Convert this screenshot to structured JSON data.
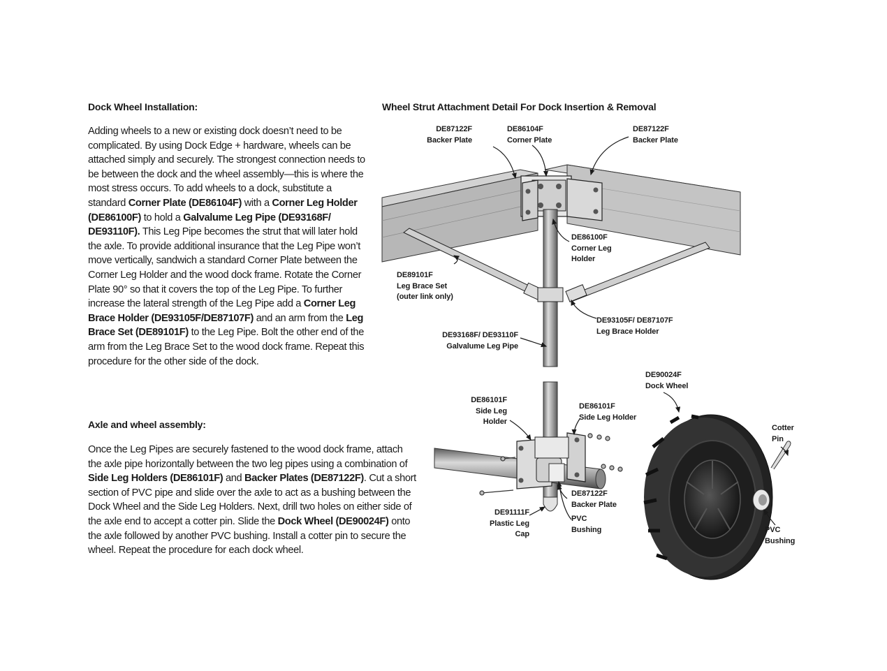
{
  "section1": {
    "heading": "Dock Wheel Installation:",
    "paragraph": [
      {
        "t": "Adding wheels to a new or existing dock doesn’t need to be complicated. By using Dock Edge + hardware, wheels can be attached simply and securely. The strongest connection needs to be between the dock and the wheel assembly—this is where the most stress occurs. To add wheels to a dock, substitute a standard "
      },
      {
        "t": "Corner Plate (DE86104F)",
        "b": true
      },
      {
        "t": " with a "
      },
      {
        "t": "Corner Leg Holder (DE86100F)",
        "b": true
      },
      {
        "t": " to hold a "
      },
      {
        "t": "Galvalume Leg Pipe (DE93168F/ DE93110F).",
        "b": true
      },
      {
        "t": " This Leg Pipe becomes the strut that will later hold the axle. To provide additional insurance that the Leg Pipe won’t move vertically, sandwich a standard Corner Plate between the Corner Leg Holder and the wood dock frame. Rotate the Corner Plate 90° so that it covers the top of the Leg Pipe. To further increase the lateral strength of the Leg Pipe add a "
      },
      {
        "t": "Corner Leg Brace Holder (DE93105F/DE87107F)",
        "b": true
      },
      {
        "t": " and an arm from the "
      },
      {
        "t": "Leg Brace Set (DE89101F)",
        "b": true
      },
      {
        "t": " to the Leg Pipe. Bolt the other end of the arm from the Leg Brace Set to the wood dock frame. Repeat this procedure for the other side of the dock."
      }
    ]
  },
  "section2": {
    "heading": "Axle and wheel assembly:",
    "paragraph": [
      {
        "t": "Once the Leg Pipes are securely fastened to the wood dock frame, attach the axle pipe horizontally between the two leg pipes using a combination of "
      },
      {
        "t": "Side Leg Holders (DE86101F)",
        "b": true
      },
      {
        "t": " and "
      },
      {
        "t": "Backer Plates (DE87122F)",
        "b": true
      },
      {
        "t": ". Cut a short section of PVC pipe and slide over the axle to act as a bushing between the Dock Wheel and the Side Leg Holders. Next, drill two holes on either side of the axle end to accept a cotter pin. Slide the "
      },
      {
        "t": "Dock Wheel (DE90024F)",
        "b": true
      },
      {
        "t": " onto the axle followed by another PVC bushing. Install a cotter pin to secure the wheel. Repeat the procedure for each dock wheel."
      }
    ]
  },
  "diagram": {
    "title": "Wheel Strut Attachment Detail For Dock Insertion & Removal",
    "labels": {
      "backer_left": {
        "code": "DE87122F",
        "name": "Backer Plate"
      },
      "corner_plate": {
        "code": "DE86104F",
        "name": "Corner Plate"
      },
      "backer_right": {
        "code": "DE87122F",
        "name": "Backer Plate"
      },
      "corner_leg": {
        "code": "DE86100F",
        "line2": "Corner Leg",
        "line3": "Holder"
      },
      "brace_set": {
        "code": "DE89101F",
        "line2": "Leg Brace Set",
        "line3": "(outer link only)"
      },
      "brace_holder": {
        "code": "DE93105F/ DE87107F",
        "name": "Leg Brace Holder"
      },
      "leg_pipe": {
        "code": "DE93168F/ DE93110F",
        "name": "Galvalume Leg Pipe"
      },
      "dock_wheel": {
        "code": "DE90024F",
        "name": "Dock Wheel"
      },
      "side_leg_left": {
        "code": "DE86101F",
        "line2": "Side Leg",
        "line3": "Holder"
      },
      "side_leg_right": {
        "code": "DE86101F",
        "name": "Side Leg Holder"
      },
      "cotter_pin": {
        "line1": "Cotter",
        "line2": "Pin"
      },
      "backer_lower": {
        "code": "DE87122F",
        "name": "Backer Plate"
      },
      "pvc_mid": {
        "line1": "PVC",
        "line2": "Bushing"
      },
      "pvc_right": {
        "line1": "PVC",
        "line2": "Bushing"
      },
      "leg_cap": {
        "code": "DE91111F",
        "line2": "Plastic Leg",
        "line3": "Cap"
      }
    }
  }
}
